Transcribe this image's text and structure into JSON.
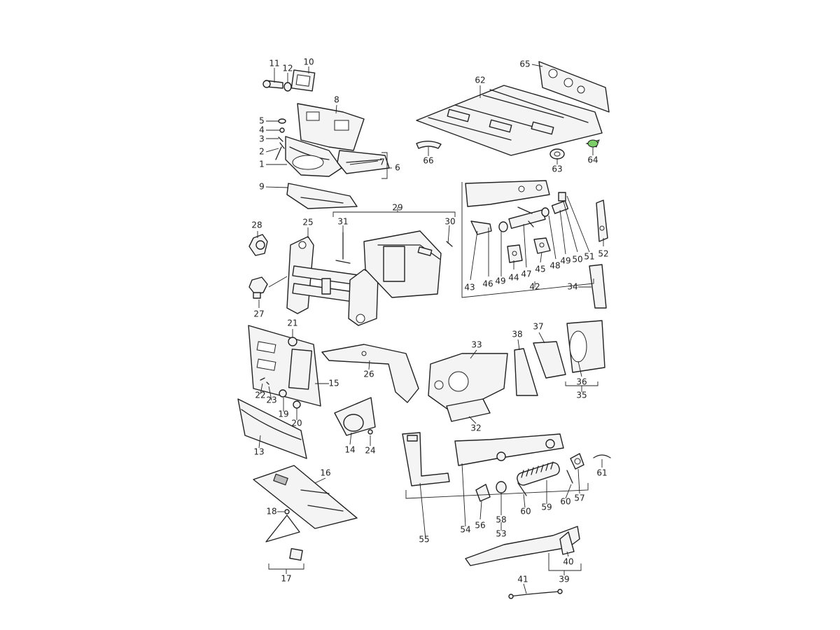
{
  "diagram": {
    "type": "exploded-parts-diagram",
    "accent_color": "#7dcf6a",
    "callouts": [
      "1",
      "2",
      "3",
      "4",
      "5",
      "6",
      "7",
      "8",
      "9",
      "10",
      "11",
      "12",
      "13",
      "14",
      "15",
      "16",
      "17",
      "18",
      "19",
      "20",
      "21",
      "22",
      "23",
      "24",
      "25",
      "26",
      "27",
      "28",
      "29",
      "30",
      "31",
      "32",
      "33",
      "34",
      "35",
      "36",
      "37",
      "38",
      "39",
      "40",
      "41",
      "42",
      "43",
      "44",
      "45",
      "46",
      "47",
      "48",
      "49",
      "49",
      "50",
      "51",
      "52",
      "53",
      "54",
      "55",
      "56",
      "57",
      "58",
      "59",
      "60",
      "60",
      "61",
      "62",
      "63",
      "64",
      "65",
      "66"
    ]
  }
}
